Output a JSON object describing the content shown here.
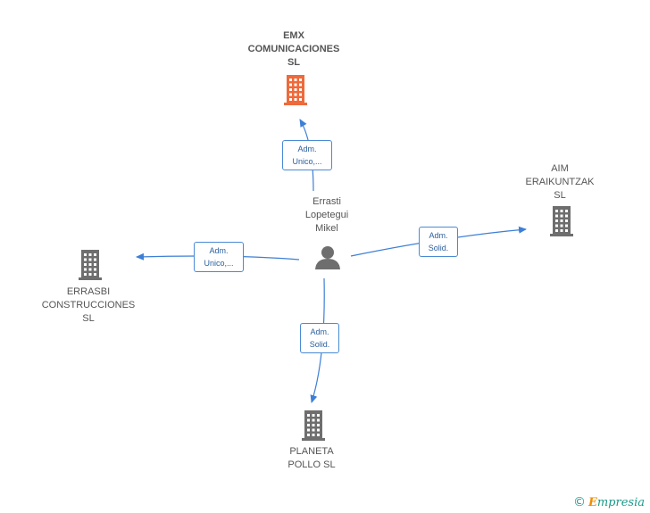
{
  "colors": {
    "edge": "#3d7fd6",
    "building_main": "#ef6a3b",
    "building": "#6e6e6e",
    "person": "#6e6e6e"
  },
  "center": {
    "label": "Errasti\nLopetegui\nMikel",
    "icon": "person-icon"
  },
  "companies": [
    {
      "id": "emx",
      "label": "EMX\nCOMUNICACIONES\nSL",
      "icon": "building-icon",
      "main": true
    },
    {
      "id": "aim",
      "label": "AIM\nERAIKUNTZAK\nSL",
      "icon": "building-icon",
      "main": false
    },
    {
      "id": "errasbi",
      "label": "ERRASBI\nCONSTRUCCIONES\nSL",
      "icon": "building-icon",
      "main": false
    },
    {
      "id": "planeta",
      "label": "PLANETA\nPOLLO  SL",
      "icon": "building-icon",
      "main": false
    }
  ],
  "relations": [
    {
      "to": "emx",
      "label": "Adm.\nUnico,..."
    },
    {
      "to": "aim",
      "label": "Adm.\nSolid."
    },
    {
      "to": "errasbi",
      "label": "Adm.\nUnico,..."
    },
    {
      "to": "planeta",
      "label": "Adm.\nSolid."
    }
  ],
  "footer": {
    "copyright": "©",
    "brand_first": "E",
    "brand_rest": "mpresia"
  }
}
